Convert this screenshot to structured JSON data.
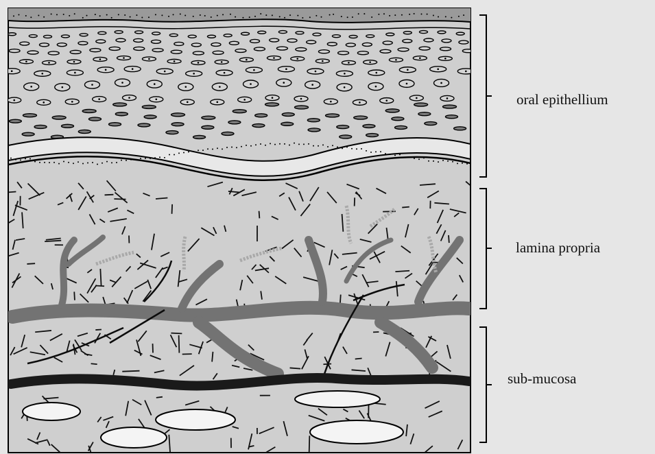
{
  "labels": {
    "oral_epithelium": "oral epithellium",
    "lamina_propria": "lamina propria",
    "sub_mucosa": "sub-mucosa"
  },
  "colors": {
    "background": "#e6e6e6",
    "tissue_fill": "#cfcfcf",
    "cell_fill": "#d4d4d4",
    "dark_cell_fill": "#7c7c7c",
    "vessel": "#737373",
    "dark_band": "#1a1a1a",
    "fiber": "#111111",
    "fat_cell": "#f4f4f4"
  },
  "icons": [
    "bracket-icon"
  ]
}
